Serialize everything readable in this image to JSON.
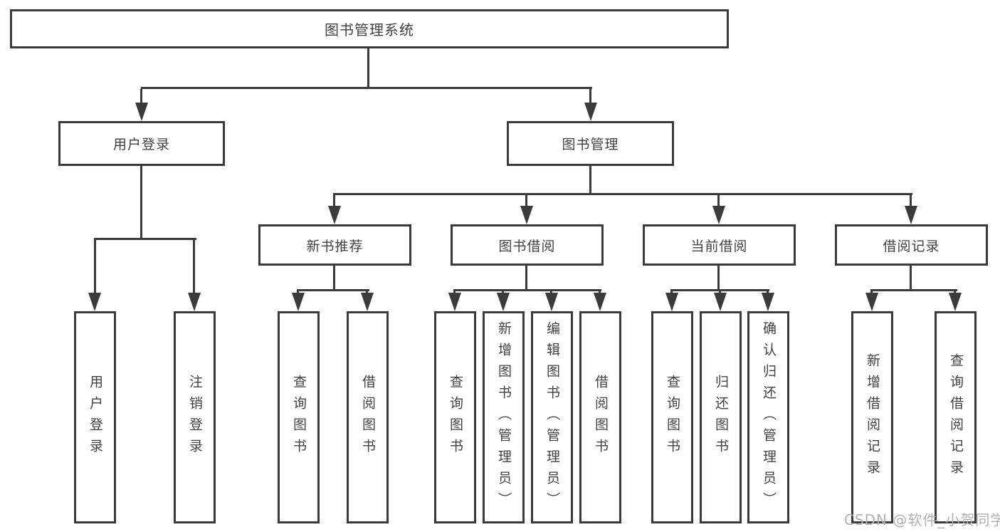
{
  "tree": {
    "root": {
      "label": "图书管理系统"
    },
    "user_login": {
      "label": "用户登录",
      "children": [
        {
          "label": "用户登录"
        },
        {
          "label": "注销登录"
        }
      ]
    },
    "book_management": {
      "label": "图书管理",
      "groups": [
        {
          "label": "新书推荐",
          "children": [
            {
              "label": "查询图书"
            },
            {
              "label": "借阅图书"
            }
          ]
        },
        {
          "label": "图书借阅",
          "children": [
            {
              "label": "查询图书"
            },
            {
              "label": "新增图书（管理员）"
            },
            {
              "label": "编辑图书（管理员）"
            },
            {
              "label": "借阅图书"
            }
          ]
        },
        {
          "label": "当前借阅",
          "children": [
            {
              "label": "查询图书"
            },
            {
              "label": "归还图书"
            },
            {
              "label": "确认归还（管理员）"
            }
          ]
        },
        {
          "label": "借阅记录",
          "children": [
            {
              "label": "新增借阅记录"
            },
            {
              "label": "查询借阅记录"
            }
          ]
        }
      ]
    }
  },
  "watermark": "CSDN @软件_小贺同学",
  "colors": {
    "line": "#3b3b3b",
    "box_border": "#3b3b3b",
    "text": "#424242",
    "watermark": "#b0b0b0",
    "background": "#ffffff"
  }
}
